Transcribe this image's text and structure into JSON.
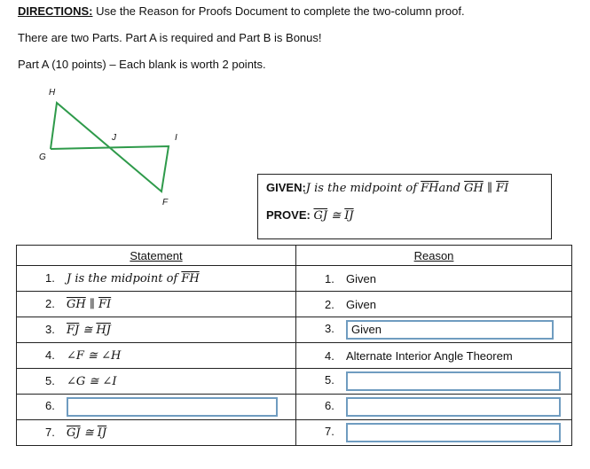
{
  "directions": {
    "label": "DIRECTIONS:",
    "text": " Use the Reason for Proofs Document to complete the two-column proof."
  },
  "parts_line": "There are two Parts. Part A is required and Part B is Bonus!",
  "part_a_line": "Part A (10 points) – Each blank is worth 2 points.",
  "figure": {
    "labels": {
      "H": "H",
      "G": "G",
      "J": "J",
      "I": "I",
      "F": "F"
    },
    "color": "#2e9a4a"
  },
  "given": {
    "label": "GIVEN:",
    "text1": "J is the midpoint of ",
    "seg1": "FH",
    "text2": "and ",
    "seg2": "GH",
    "par": " ∥ ",
    "seg3": "FI"
  },
  "prove": {
    "label": "PROVE:",
    "seg1": "GJ",
    "cong": " ≅ ",
    "seg2": "IJ"
  },
  "table": {
    "headers": [
      "Statement",
      "Reason"
    ],
    "rows": [
      {
        "n": "1.",
        "s_pre": "J is the midpoint of ",
        "s_seg": "FH",
        "r_n": "1.",
        "reason": "Given"
      },
      {
        "n": "2.",
        "a": "GH",
        "op": " ∥ ",
        "b": "FI",
        "r_n": "2.",
        "reason": "Given"
      },
      {
        "n": "3.",
        "a": "FJ",
        "op": " ≅ ",
        "b": "HJ",
        "r_n": "3.",
        "reason": "Given"
      },
      {
        "n": "4.",
        "expr": "∠F ≅ ∠H",
        "r_n": "4.",
        "reason": "Alternate Interior Angle Theorem"
      },
      {
        "n": "5.",
        "expr": "∠G ≅ ∠I",
        "r_n": "5.",
        "reason": ""
      },
      {
        "n": "6.",
        "expr": "",
        "r_n": "6.",
        "reason": ""
      },
      {
        "n": "7.",
        "a": "GJ",
        "op": " ≅ ",
        "b": "IJ",
        "r_n": "7.",
        "reason": ""
      }
    ]
  }
}
